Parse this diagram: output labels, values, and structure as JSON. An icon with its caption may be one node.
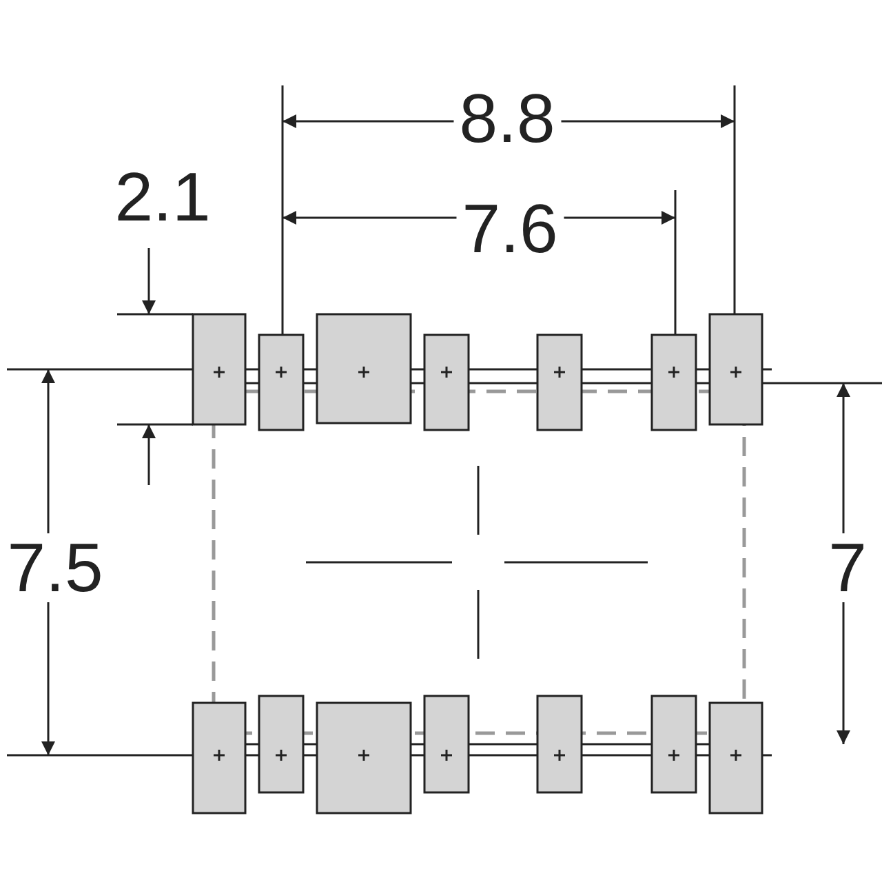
{
  "diagram": {
    "labels": [
      "8.8",
      "2.1",
      "7.6",
      "7.5",
      "7"
    ]
  }
}
